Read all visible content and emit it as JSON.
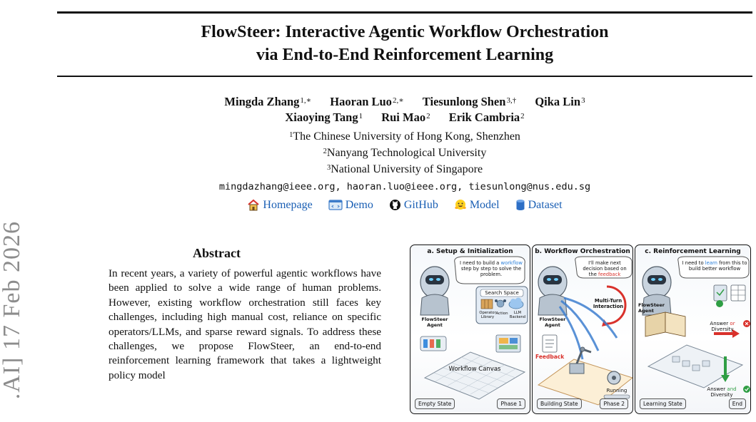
{
  "paper": {
    "title_line1": "FlowSteer: Interactive Agentic Workflow Orchestration",
    "title_line2": "via End-to-End Reinforcement Learning",
    "authors_line1": [
      {
        "name": "Mingda Zhang",
        "sup": "1,∗"
      },
      {
        "name": "Haoran Luo",
        "sup": "2,∗"
      },
      {
        "name": "Tiesunlong Shen",
        "sup": "3,†"
      },
      {
        "name": "Qika Lin",
        "sup": "3"
      }
    ],
    "authors_line2": [
      {
        "name": "Xiaoying Tang",
        "sup": "1"
      },
      {
        "name": "Rui Mao",
        "sup": "2"
      },
      {
        "name": "Erik Cambria",
        "sup": "2"
      }
    ],
    "affiliations": [
      {
        "sup": "1",
        "name": "The Chinese University of Hong Kong, Shenzhen"
      },
      {
        "sup": "2",
        "name": "Nanyang Technological University"
      },
      {
        "sup": "3",
        "name": "National University of Singapore"
      }
    ],
    "emails": "mingdazhang@ieee.org, haoran.luo@ieee.org, tiesunlong@nus.edu.sg",
    "links": [
      "Homepage",
      "Demo",
      "GitHub",
      "Model",
      "Dataset"
    ],
    "arxiv_stamp": ".AI]  17 Feb 2026",
    "abstract_heading": "Abstract",
    "abstract_text": "In recent years, a variety of powerful agentic workflows have been applied to solve a wide range of human problems. However, existing workflow orchestration still faces key challenges, including high manual cost, reliance on specific operators/LLMs, and sparse reward signals. To address these challenges, we propose FlowSteer, an end-to-end reinforcement learning framework that takes a lightweight policy model"
  },
  "figure": {
    "panel_a": {
      "title": "a. Setup & Initialization",
      "speech_pre": "I need to build a ",
      "speech_hl": "workflow",
      "speech_post": " step by step to solve the problem.",
      "search_space": "Search Space",
      "operator_library": "Operator Library",
      "action": "Action",
      "llm_backend": "LLM Backend",
      "agent": "FlowSteer Agent",
      "canvas": "Workflow Canvas",
      "state": "Empty State",
      "phase": "Phase 1"
    },
    "panel_b": {
      "title": "b. Workflow Orchestration",
      "speech_pre": "I'll make next decision based on the ",
      "speech_hl": "feedback",
      "multi_turn": "Multi-Turn Interaction",
      "agent": "FlowSteer Agent",
      "feedback": "Feedback",
      "running": "Running",
      "state": "Building State",
      "phase": "Phase 2"
    },
    "panel_c": {
      "title": "c. Reinforcement Learning",
      "speech_pre": "I need to ",
      "speech_hl": "learn",
      "speech_post": " from this to build better workflow",
      "agent": "FlowSteer Agent",
      "answer_or_pre": "Answer ",
      "answer_or_hl": "or",
      "answer_or_post": " Diversity",
      "answer_and_pre": "Answer ",
      "answer_and_hl": "and",
      "answer_and_post": " Diversity",
      "state": "Learning State",
      "end": "End"
    },
    "colors": {
      "accent_blue": "#2b7fd8",
      "accent_red": "#d9312b",
      "accent_green": "#2f9e44",
      "link": "#1a5fb4"
    }
  }
}
